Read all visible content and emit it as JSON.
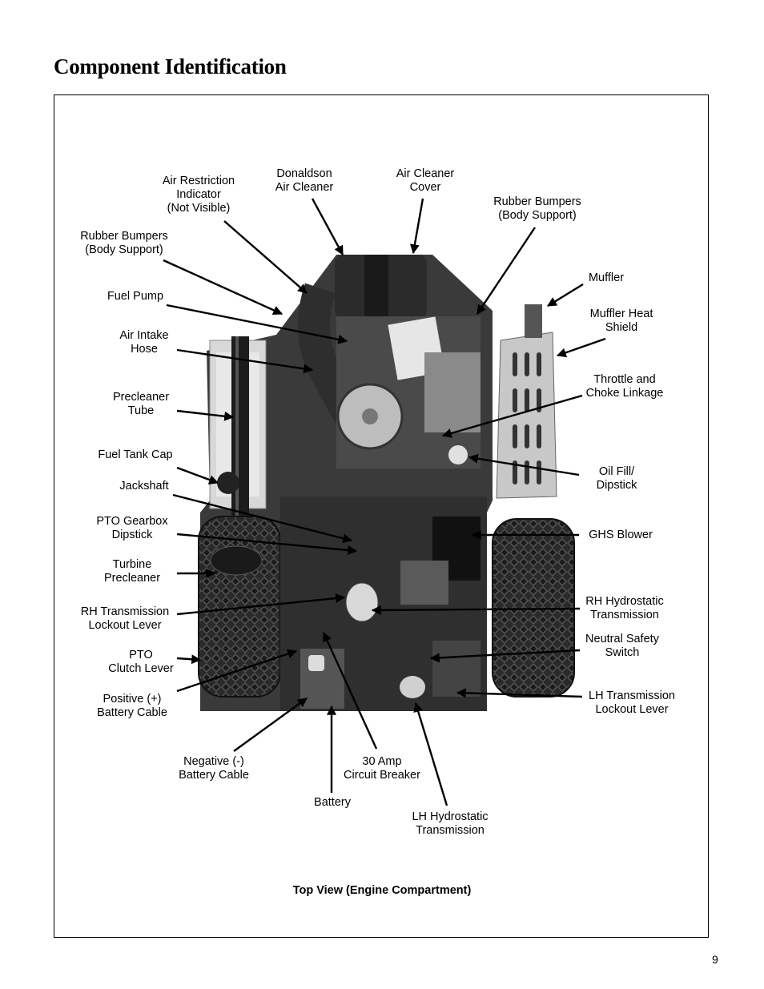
{
  "page": {
    "title": "Component Identification",
    "caption": "Top View (Engine Compartment)",
    "page_number": "9"
  },
  "labels": {
    "air_restriction_indicator": "Air Restriction\nIndicator\n(Not Visible)",
    "donaldson_air_cleaner": "Donaldson\nAir Cleaner",
    "air_cleaner_cover": "Air Cleaner\nCover",
    "rubber_bumpers_right": "Rubber Bumpers\n(Body Support)",
    "rubber_bumpers_left": "Rubber Bumpers\n(Body Support)",
    "muffler": "Muffler",
    "fuel_pump": "Fuel Pump",
    "muffler_heat_shield": "Muffler Heat\nShield",
    "air_intake_hose": "Air Intake\nHose",
    "throttle_choke_linkage": "Throttle and\nChoke Linkage",
    "precleaner_tube": "Precleaner\nTube",
    "fuel_tank_cap": "Fuel Tank Cap",
    "oil_fill_dipstick": "Oil Fill/\nDipstick",
    "jackshaft": "Jackshaft",
    "pto_gearbox_dipstick": "PTO Gearbox\nDipstick",
    "ghs_blower": "GHS Blower",
    "turbine_precleaner": "Turbine\nPrecleaner",
    "rh_hydrostatic_transmission": "RH Hydrostatic\nTransmission",
    "rh_transmission_lockout_lever": "RH Transmission\nLockout Lever",
    "neutral_safety_switch": "Neutral Safety\nSwitch",
    "pto_clutch_lever": "PTO\nClutch Lever",
    "lh_transmission_lockout_lever": "LH Transmission\nLockout Lever",
    "positive_battery_cable": "Positive (+)\nBattery Cable",
    "negative_battery_cable": "Negative (-)\nBattery Cable",
    "circuit_breaker_30amp": "30 Amp\nCircuit Breaker",
    "battery": "Battery",
    "lh_hydrostatic_transmission": "LH Hydrostatic\nTransmission"
  }
}
